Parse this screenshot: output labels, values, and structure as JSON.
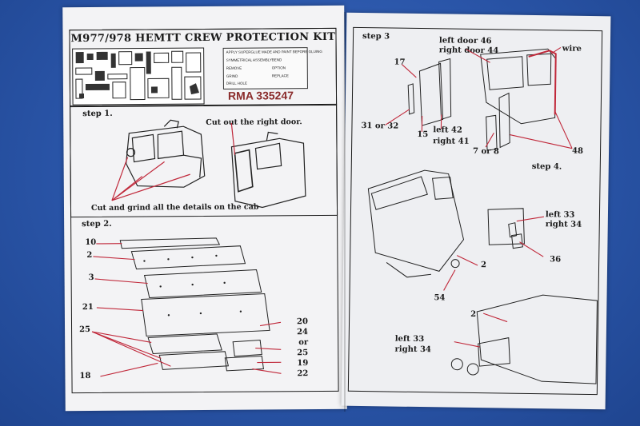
{
  "left_page": {
    "title": "M977/978  HEMTT CREW PROTECTION KIT",
    "part_code": "RMA 335247",
    "legend": [
      "APPLY SUPERGLUE MADE AND PAINT BEFORE GLUING",
      "SYMMETRICAL ASSEMBLY",
      "REMOVE",
      "GRIND",
      "BEND",
      "OPTION",
      "DRILL HOLE",
      "REPLACE"
    ],
    "step1": {
      "label": "step 1.",
      "note_cut": "Cut out the right door.",
      "note_grind": "Cut and grind all the details on the cab"
    },
    "step2": {
      "label": "step 2.",
      "callouts": [
        "10",
        "2",
        "3",
        "21",
        "25",
        "18",
        "20",
        "24",
        "or",
        "25",
        "19",
        "22"
      ]
    }
  },
  "right_page": {
    "step3": {
      "label": "step 3",
      "callouts": [
        "left door 46",
        "right door 44",
        "wire",
        "17",
        "31 or 32",
        "15",
        "left 42",
        "right 41",
        "7 or 8",
        "48"
      ]
    },
    "step4": {
      "label": "step 4.",
      "callouts": [
        "left 33",
        "right 34",
        "2",
        "36",
        "54",
        "2",
        "left 33",
        "right 34"
      ]
    }
  },
  "colors": {
    "background": "#2a55a8",
    "paper": "#f3f3f5",
    "callout_line": "#c0283a",
    "ink": "#1a1a1a",
    "part_code": "#8a2b2b"
  }
}
